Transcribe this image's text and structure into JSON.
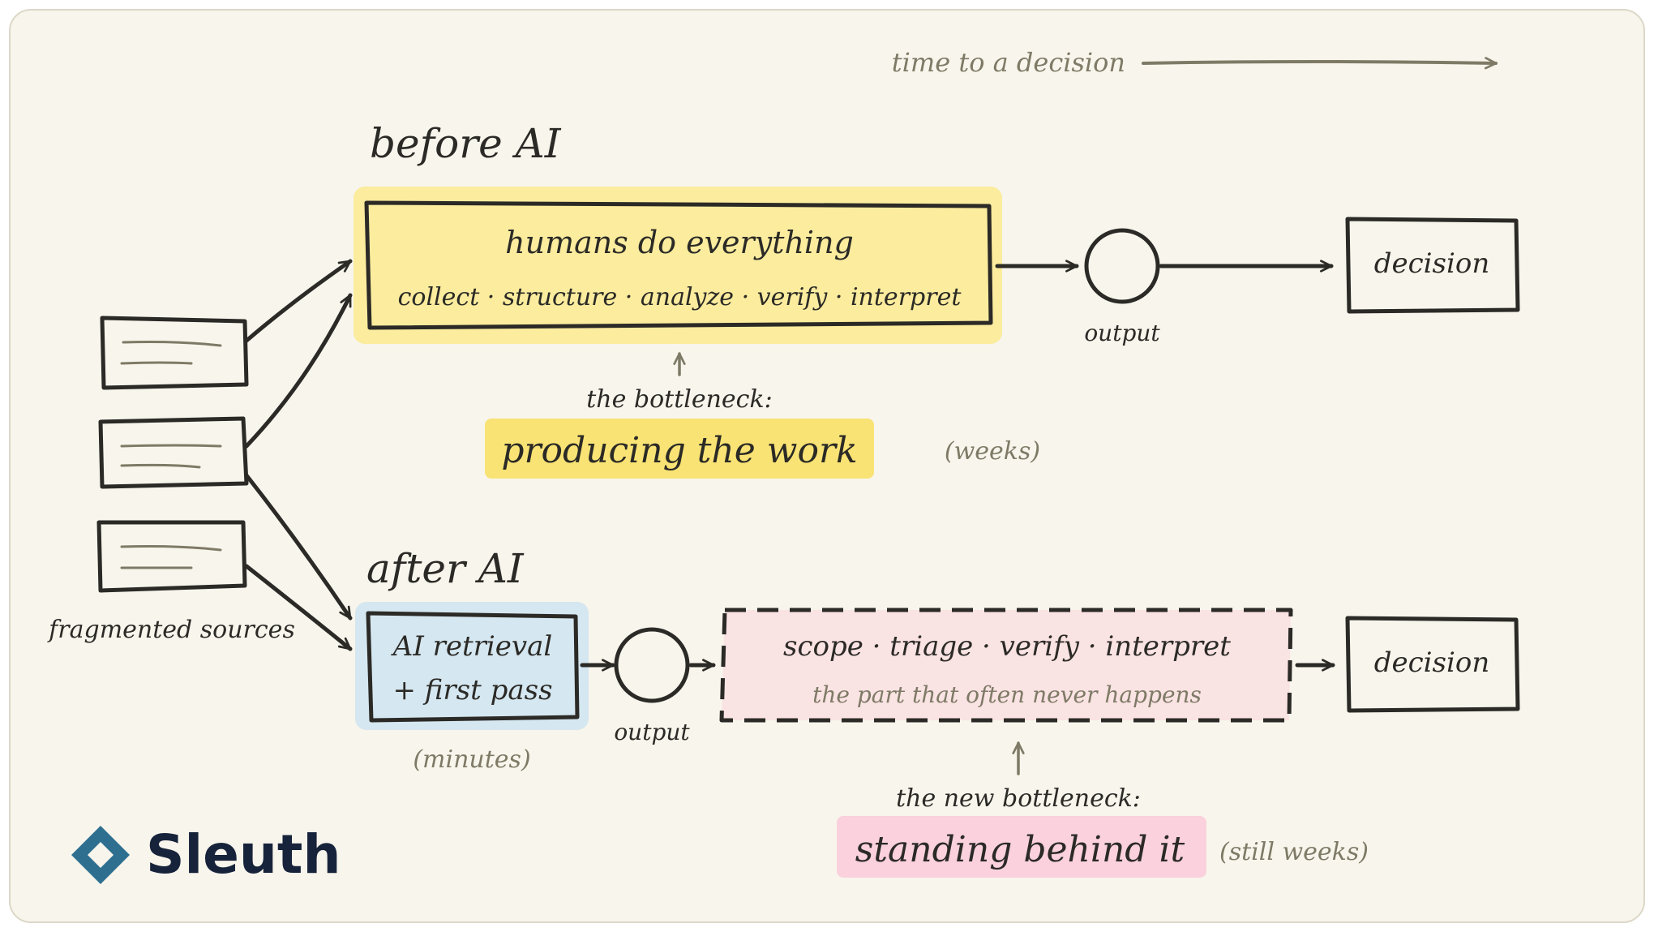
{
  "time_axis": {
    "label": "time to a decision"
  },
  "before": {
    "title": "before AI",
    "box_title": "humans do everything",
    "box_steps": "collect · structure · analyze · verify · interpret",
    "output_label": "output",
    "decision_label": "decision",
    "bottleneck_intro": "the bottleneck:",
    "bottleneck": "producing the work",
    "duration": "(weeks)"
  },
  "after": {
    "title": "after AI",
    "ai_line1": "AI retrieval",
    "ai_line2": "+ first pass",
    "ai_duration": "(minutes)",
    "output_label": "output",
    "box_steps": "scope · triage · verify · interpret",
    "box_note": "the part that often never happens",
    "decision_label": "decision",
    "bottleneck_intro": "the new bottleneck:",
    "bottleneck": "standing behind it",
    "duration": "(still weeks)"
  },
  "sources": {
    "label": "fragmented sources"
  },
  "logo": {
    "text": "Sleuth"
  },
  "colors": {
    "background": "#f8f5ec",
    "ink": "#2b2a26",
    "muted": "#7e7a66",
    "yellow": "#fbec9e",
    "yellow_strong": "#f9e374",
    "blue": "#d5e7f0",
    "pink_box": "#fae3e3",
    "pink_strong": "#fad1dd",
    "brand_blue": "#2e6f90",
    "brand_navy": "#17233a"
  }
}
